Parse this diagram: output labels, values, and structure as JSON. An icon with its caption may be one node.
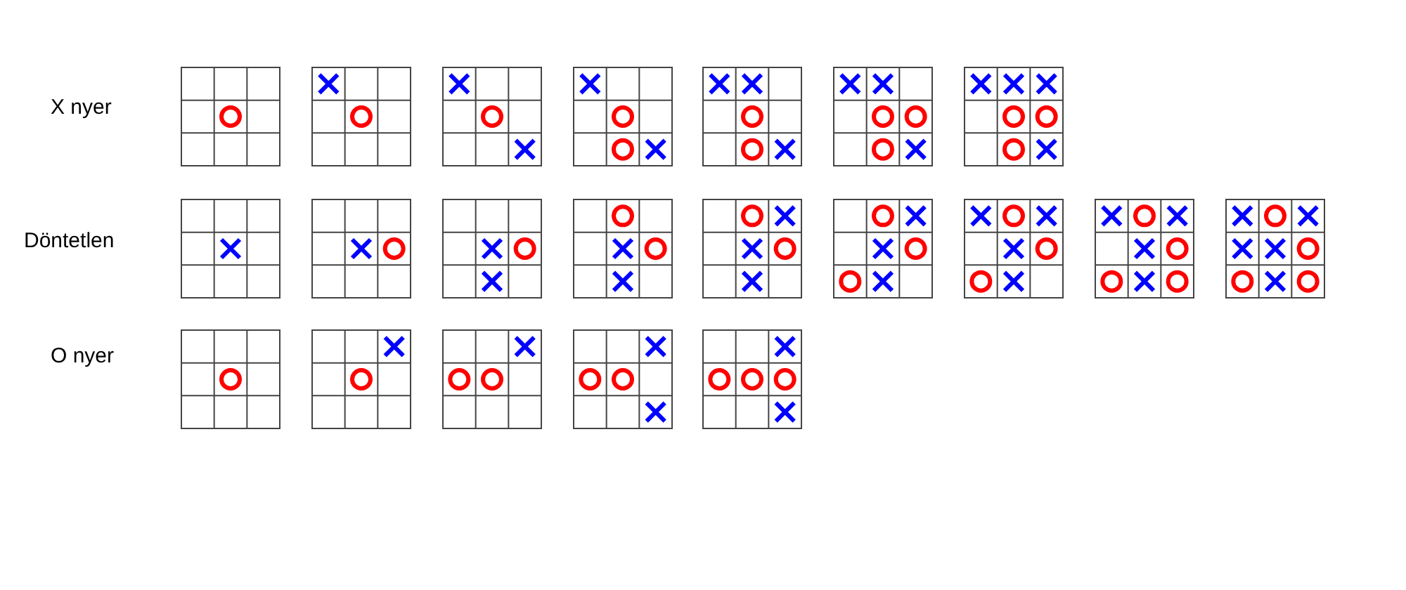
{
  "diagram": {
    "labels": [
      "X nyer",
      "Döntetlen",
      "O nyer"
    ]
  }
}
